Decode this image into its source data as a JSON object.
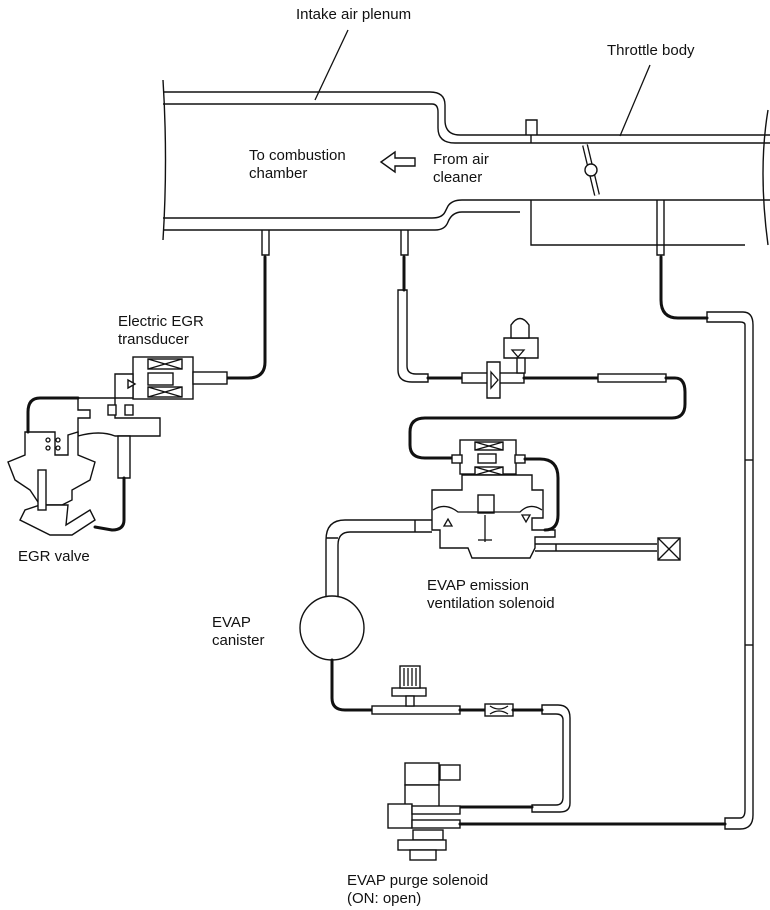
{
  "labels": {
    "intake_air_plenum": "Intake air plenum",
    "throttle_body": "Throttle body",
    "to_combustion_line1": "To combustion",
    "to_combustion_line2": "chamber",
    "from_air_line1": "From air",
    "from_air_line2": "cleaner",
    "egr_transducer_line1": "Electric EGR",
    "egr_transducer_line2": "transducer",
    "egr_valve": "EGR valve",
    "evap_vent_line1": "EVAP emission",
    "evap_vent_line2": "ventilation solenoid",
    "evap_canister_line1": "EVAP",
    "evap_canister_line2": "canister",
    "evap_purge_line1": "EVAP purge solenoid",
    "evap_purge_line2": "(ON: open)"
  },
  "flow_direction": "left",
  "colors": {
    "line": "#111111",
    "background": "#ffffff"
  }
}
